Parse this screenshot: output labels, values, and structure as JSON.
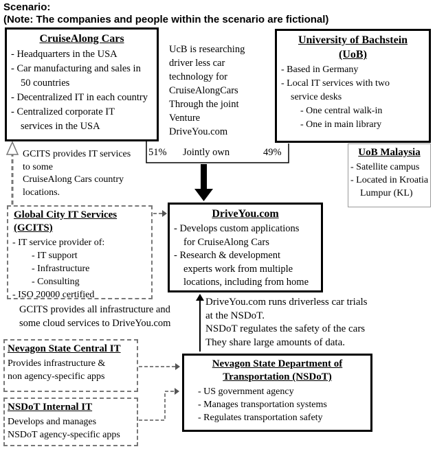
{
  "header": {
    "title": "Scenario:",
    "note": "(Note: The companies and people within the scenario are fictional)"
  },
  "joint_venture": {
    "left_share": "51%",
    "label": "Jointly own",
    "right_share": "49%"
  },
  "boxes": {
    "cruisealong": {
      "title": "CruiseAlong Cars",
      "items": [
        {
          "text": "- Headquarters in the USA",
          "indent": 0
        },
        {
          "text": "- Car manufacturing and sales in",
          "indent": 0
        },
        {
          "text": "50 countries",
          "indent": 1
        },
        {
          "text": "- Decentralized IT in each country",
          "indent": 0
        },
        {
          "text": "- Centralized corporate IT",
          "indent": 0
        },
        {
          "text": "services in the USA",
          "indent": 1
        }
      ]
    },
    "uob": {
      "title_line1": "University of Bachstein",
      "title_line2": "(UoB)",
      "items": [
        {
          "text": "- Based in Germany",
          "indent": 0
        },
        {
          "text": "- Local IT services with two",
          "indent": 0
        },
        {
          "text": "service desks",
          "indent": 1
        },
        {
          "text": "- One central walk-in",
          "indent": 2
        },
        {
          "text": "- One in main library",
          "indent": 2
        }
      ]
    },
    "uob_malaysia": {
      "title": "UoB Malaysia",
      "items": [
        {
          "text": "- Satellite campus",
          "indent": 0
        },
        {
          "text": "- Located in Kroatia",
          "indent": 0
        },
        {
          "text": "Lumpur (KL)",
          "indent": 1
        }
      ]
    },
    "gcits": {
      "title_line1": "Global City IT Services",
      "title_line2": "(GCITS)",
      "items": [
        {
          "text": "- IT service provider of:",
          "indent": 0
        },
        {
          "text": "- IT support",
          "indent": 2
        },
        {
          "text": "- Infrastructure",
          "indent": 2
        },
        {
          "text": "- Consulting",
          "indent": 2
        },
        {
          "text": "- ISO 20000 certified",
          "indent": 0
        }
      ]
    },
    "driveyou": {
      "title": "DriveYou.com",
      "items": [
        {
          "text": "- Develops custom applications",
          "indent": 0
        },
        {
          "text": "for CruiseAlong Cars",
          "indent": 1
        },
        {
          "text": "- Research & development",
          "indent": 0
        },
        {
          "text": "experts work from multiple",
          "indent": 1
        },
        {
          "text": "locations, including from home",
          "indent": 1
        }
      ]
    },
    "nevagon_central": {
      "title": "Nevagon State Central IT",
      "lines": [
        "Provides infrastructure &",
        "non agency-specific apps"
      ]
    },
    "nsdot_internal": {
      "title": "NSDoT Internal IT",
      "lines": [
        "Develops and manages",
        "NSDoT agency-specific apps"
      ]
    },
    "nsdot": {
      "title_line1": "Nevagon State Department of",
      "title_line2": "Transportation (NSDoT)",
      "items": [
        {
          "text": "- US government agency",
          "indent": 0
        },
        {
          "text": "- Manages transportation systems",
          "indent": 0
        },
        {
          "text": "- Regulates transportation safety",
          "indent": 0
        }
      ]
    }
  },
  "notes": {
    "ucb_research": [
      "UcB is researching",
      "driver less car",
      "technology for",
      "CruiseAlongCars",
      "Through the joint",
      "Venture",
      "DriveYou.com"
    ],
    "gcits_cruisealong": [
      "GCITS provides IT services",
      "to some",
      "CruiseAlong Cars country",
      "locations."
    ],
    "gcits_driveyou": [
      "GCITS provides all infrastructure and",
      "some cloud services to DriveYou.com"
    ],
    "driveyou_nsdot": [
      "DriveYou.com runs driverless car trials",
      "at the NSDoT.",
      "NSDoT regulates the safety of the cars",
      "They share large amounts of data."
    ]
  }
}
